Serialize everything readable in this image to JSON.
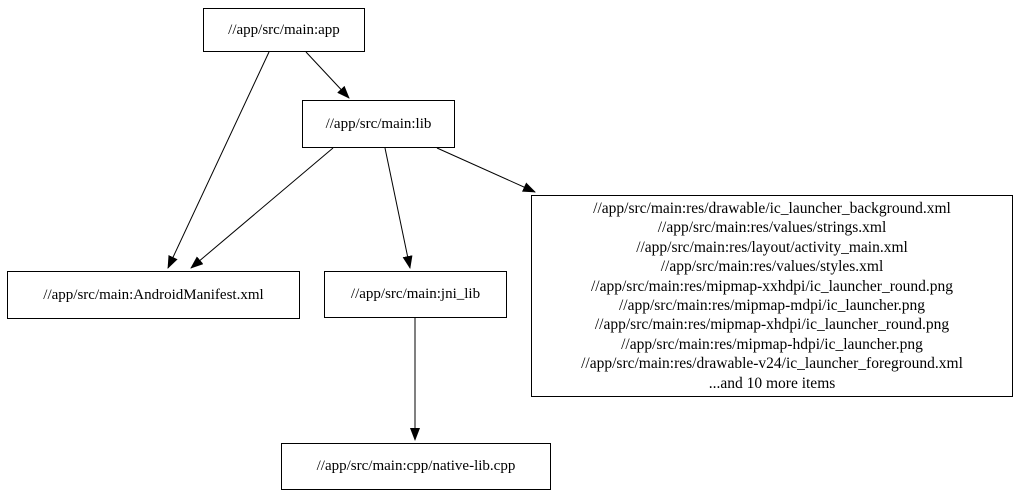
{
  "diagram": {
    "kind": "build-dependency-graph",
    "background_color": "#ffffff",
    "node_border_color": "#000000",
    "edge_color": "#000000",
    "text_color": "#000000",
    "nodes": {
      "app": {
        "label": "//app/src/main:app"
      },
      "lib": {
        "label": "//app/src/main:lib"
      },
      "manifest": {
        "label": "//app/src/main:AndroidManifest.xml"
      },
      "jni_lib": {
        "label": "//app/src/main:jni_lib"
      },
      "native_lib": {
        "label": "//app/src/main:cpp/native-lib.cpp"
      },
      "resources": {
        "lines": [
          "//app/src/main:res/drawable/ic_launcher_background.xml",
          "//app/src/main:res/values/strings.xml",
          "//app/src/main:res/layout/activity_main.xml",
          "//app/src/main:res/values/styles.xml",
          "//app/src/main:res/mipmap-xxhdpi/ic_launcher_round.png",
          "//app/src/main:res/mipmap-mdpi/ic_launcher.png",
          "//app/src/main:res/mipmap-xhdpi/ic_launcher_round.png",
          "//app/src/main:res/mipmap-hdpi/ic_launcher.png",
          "//app/src/main:res/drawable-v24/ic_launcher_foreground.xml",
          "...and 10 more items"
        ]
      }
    },
    "edges": [
      {
        "from": "app",
        "to": "lib"
      },
      {
        "from": "app",
        "to": "manifest"
      },
      {
        "from": "lib",
        "to": "manifest"
      },
      {
        "from": "lib",
        "to": "jni_lib"
      },
      {
        "from": "lib",
        "to": "resources"
      },
      {
        "from": "jni_lib",
        "to": "native_lib"
      }
    ]
  }
}
